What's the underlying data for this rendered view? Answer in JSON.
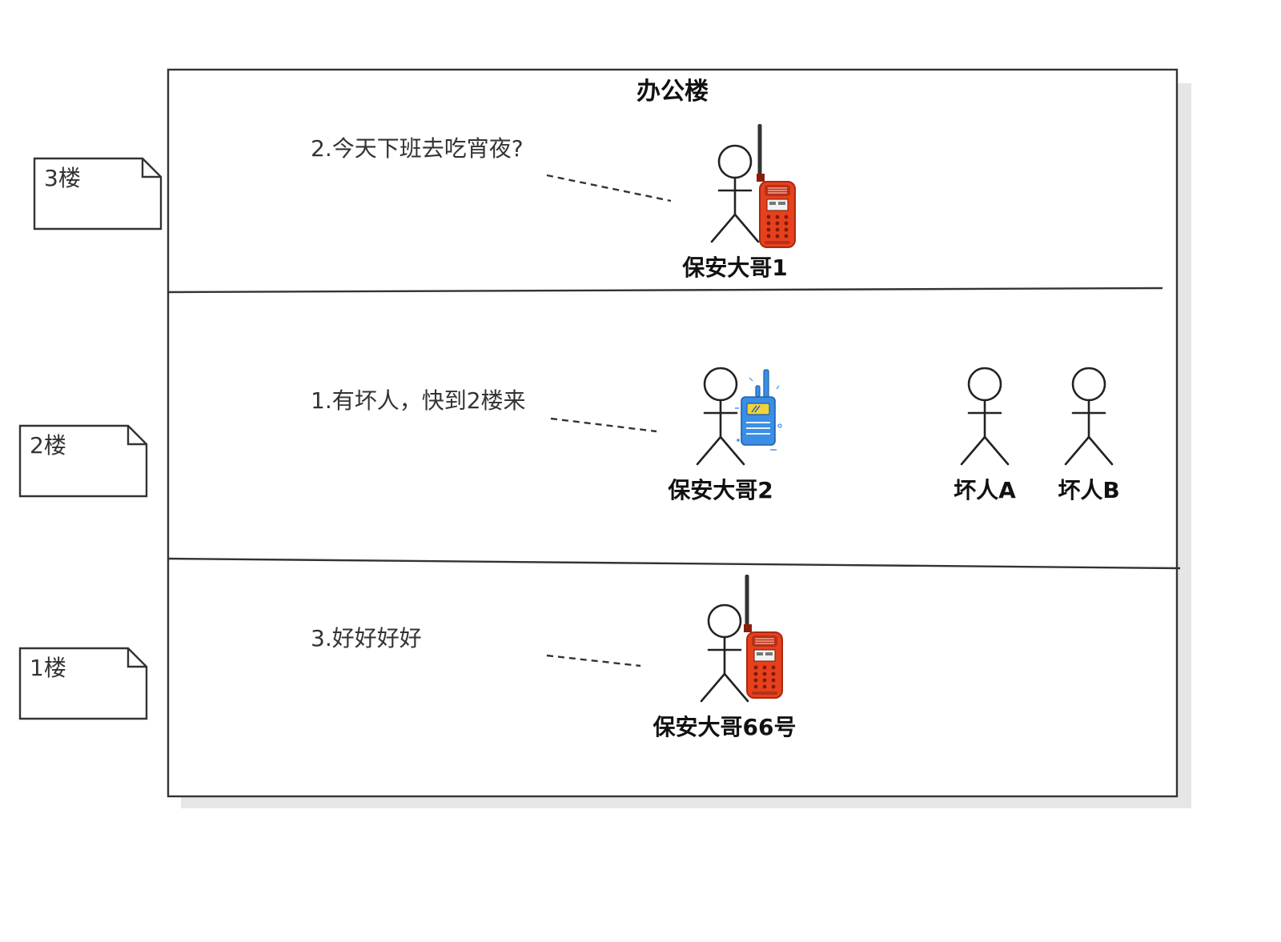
{
  "building": {
    "title": "办公楼"
  },
  "floor_notes": {
    "f3": "3楼",
    "f2": "2楼",
    "f1": "1楼"
  },
  "messages": {
    "m2": "2.今天下班去吃宵夜?",
    "m1": "1.有坏人，快到2楼来",
    "m3": "3.好好好好"
  },
  "actors": {
    "guard1": "保安大哥1",
    "guard2": "保安大哥2",
    "guard66": "保安大哥66号",
    "bad_a": "坏人A",
    "bad_b": "坏人B"
  },
  "icons": {
    "radio_red": "red-walkie-talkie-icon",
    "radio_blue": "blue-walkie-talkie-icon",
    "person": "stick-figure-icon"
  },
  "colors": {
    "radio_red": "#e8401c",
    "radio_red_dark": "#a82a10",
    "radio_blue": "#3a8ee6",
    "radio_blue_dark": "#1f5fa8",
    "frame": "#333333",
    "shadow": "#e6e6e6"
  }
}
